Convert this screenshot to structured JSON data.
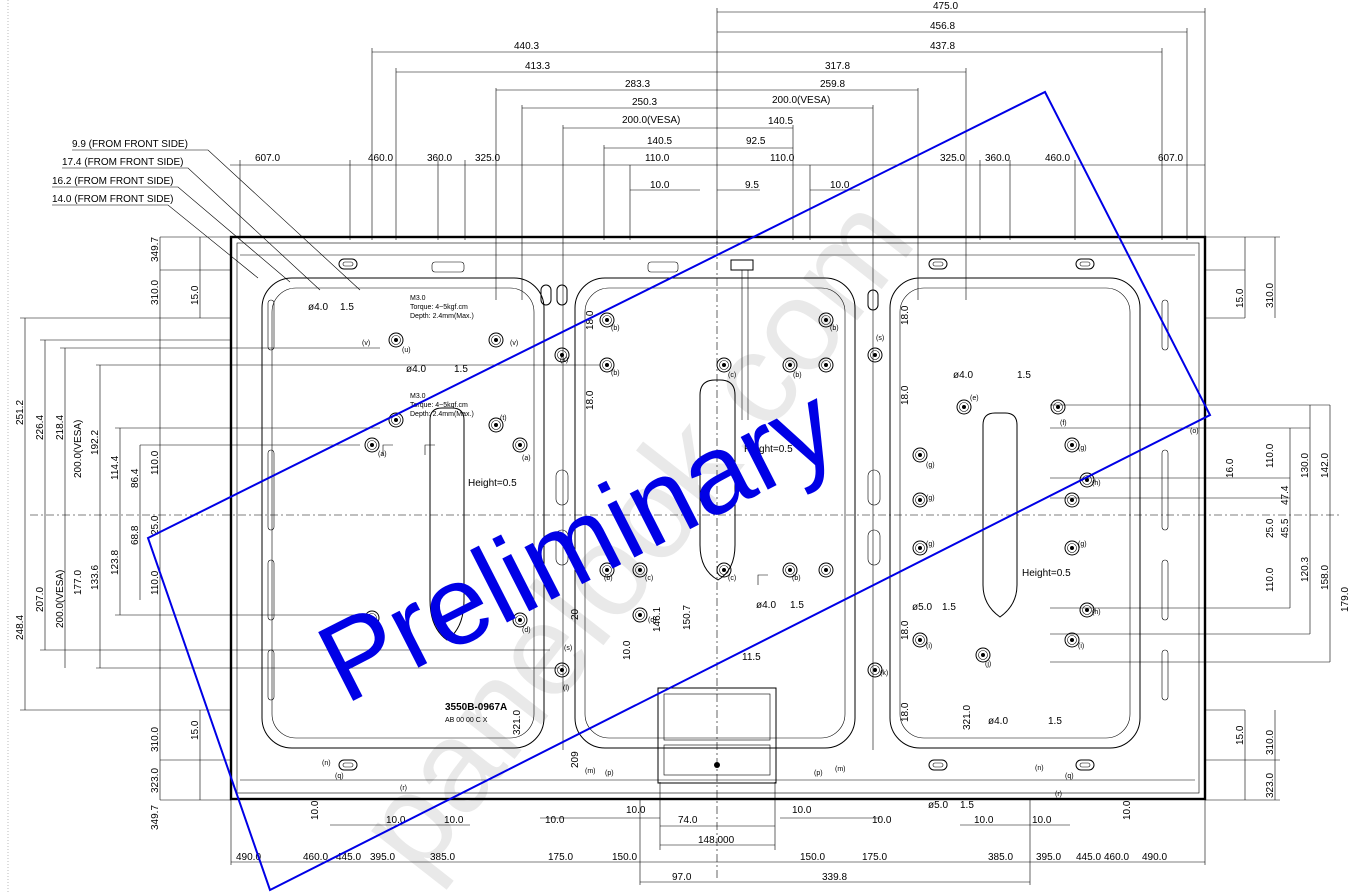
{
  "watermark": {
    "text": "Preliminary",
    "color": "#0000e6",
    "background_text": "panelook.com",
    "background_color": "#e9e9e9"
  },
  "part_number": {
    "main": "3550B-0967A",
    "sub": "AB 00 00 C X"
  },
  "front_side_notes": [
    "9.9 (FROM FRONT SIDE)",
    "17.4 (FROM FRONT SIDE)",
    "16.2 (FROM FRONT SIDE)",
    "14.0 (FROM FRONT SIDE)"
  ],
  "top_dimensions": [
    "475.0",
    "456.8",
    "440.3",
    "437.8",
    "413.3",
    "317.8",
    "283.3",
    "259.8",
    "250.3",
    "200.0(VESA)",
    "200.0(VESA)",
    "140.5",
    "140.5",
    "92.5"
  ],
  "top_row_left": [
    "607.0",
    "460.0",
    "360.0",
    "325.0",
    "110.0",
    "10.0"
  ],
  "top_row_right": [
    "9.5",
    "110.0",
    "10.0",
    "325.0",
    "360.0",
    "460.0",
    "607.0"
  ],
  "left_dimensions": [
    "349.7",
    "310.0",
    "15.0",
    "251.2",
    "226.4",
    "218.4",
    "200.0(VESA)",
    "192.2",
    "114.4",
    "110.0",
    "86.4",
    "25.0",
    "68.8",
    "133.6",
    "123.8",
    "110.0",
    "207.0",
    "200.0(VESA)",
    "177.0",
    "248.4",
    "310.0",
    "15.0",
    "349.7",
    "323.0",
    "10.0"
  ],
  "right_dimensions": [
    "15.0",
    "310.0",
    "130.0",
    "142.0",
    "110.0",
    "16.0",
    "47.4",
    "25.0",
    "45.5",
    "110.0",
    "120.3",
    "158.0",
    "179.0",
    "15.0",
    "310.0",
    "323.0",
    "10.0"
  ],
  "bottom_row": [
    "490.0",
    "460.0",
    "445.0",
    "395.0",
    "385.0",
    "175.0",
    "150.0",
    "150.0",
    "175.0",
    "385.0",
    "395.0",
    "445.0",
    "460.0",
    "490.0"
  ],
  "bottom_small": [
    "10.0",
    "10.0",
    "10.0",
    "10.0",
    "74.0",
    "10.0",
    "10.0",
    "10.0",
    "10.0",
    "148.000",
    "97.0",
    "339.8"
  ],
  "inner_labels": [
    "M3.0",
    "Torque: 4~5kgf.cm",
    "Depth: 2.4mm(Max.)",
    "M3.0",
    "Torque: 4~5kgf.cm",
    "Depth: 2.4mm(Max.)",
    "Height=0.5",
    "Height=0.5",
    "Height=0.5",
    "ø4.0",
    "1.5",
    "ø4.0",
    "1.5",
    "ø4.0",
    "1.5",
    "ø4.0",
    "1.5",
    "ø5.0",
    "1.5",
    "ø5.0",
    "1.5",
    "ø4.0",
    "1.5",
    "11.5",
    "321.0",
    "321.0",
    "18.0",
    "18.0",
    "18.0",
    "18.0",
    "18.0",
    "18.0",
    "10.0",
    "20",
    "146.1",
    "150.7",
    "209"
  ],
  "hole_letters": [
    "(a)",
    "(a)",
    "(b)",
    "(b)",
    "(b)",
    "(b)",
    "(b)",
    "(b)",
    "(c)",
    "(c)",
    "(c)",
    "(d)",
    "(d)",
    "(e)",
    "(f)",
    "(g)",
    "(g)",
    "(g)",
    "(g)",
    "(g)",
    "(h)",
    "(h)",
    "(i)",
    "(i)",
    "(j)",
    "(k)",
    "(k)",
    "(l)",
    "(m)",
    "(m)",
    "(n)",
    "(n)",
    "(o)",
    "(p)",
    "(p)",
    "(q)",
    "(q)",
    "(r)",
    "(r)",
    "(s)",
    "(s)",
    "(t)",
    "(u)",
    "(v)",
    "(v)"
  ]
}
